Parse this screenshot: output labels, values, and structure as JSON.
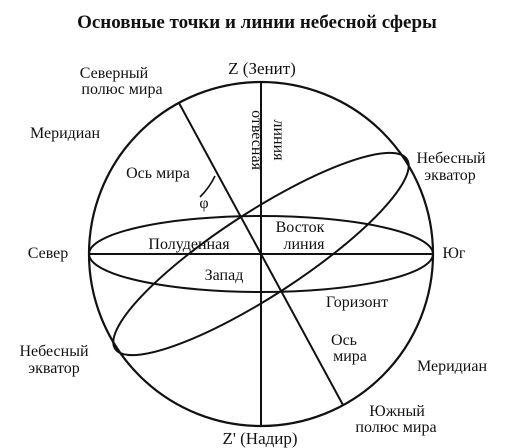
{
  "title": "Основные точки и линии небесной сферы",
  "labels": {
    "zenith": "Z (Зенит)",
    "nadir": "Z' (Надир)",
    "north_pole_1": "Северный",
    "north_pole_2": "полюс мира",
    "south_pole_1": "Южный",
    "south_pole_2": "полюс мира",
    "meridian_left": "Меридиан",
    "meridian_right": "Меридиан",
    "axis_upper": "Ось мира",
    "axis_lower_1": "Ось",
    "axis_lower_2": "мира",
    "phi": "φ",
    "plumb_1": "отвесная",
    "plumb_2": "линия",
    "equator_right_1": "Небесный",
    "equator_right_2": "экватор",
    "equator_left_1": "Небесный",
    "equator_left_2": "экватор",
    "north": "Север",
    "south": "Юг",
    "east": "Восток",
    "west": "Запад",
    "noon_line_1": "Полуденная",
    "noon_line_2": "линия",
    "horizon": "Горизонт"
  },
  "colors": {
    "ink": "#111111",
    "background": "#ffffff"
  }
}
